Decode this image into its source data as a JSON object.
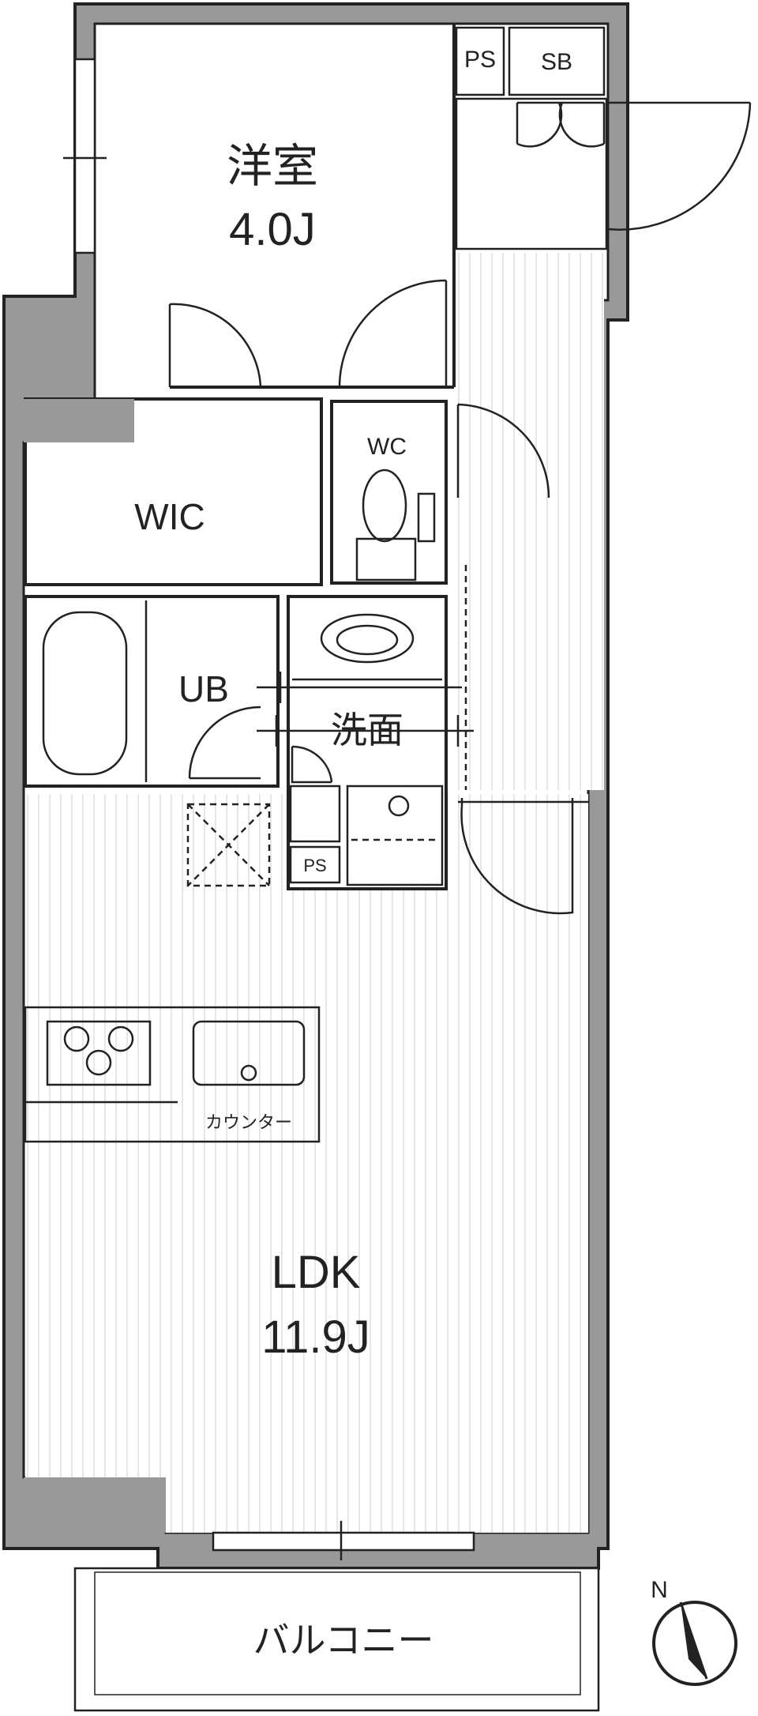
{
  "rooms": {
    "bedroom": {
      "name": "洋室",
      "size": "4.0J"
    },
    "wic": "WIC",
    "wc": "WC",
    "ub": "UB",
    "washroom": "洗面",
    "ldk": {
      "name": "LDK",
      "size": "11.9J"
    },
    "balcony": "バルコニー"
  },
  "fixtures": {
    "ps_top": "PS",
    "sb": "SB",
    "ps_bottom": "PS",
    "counter": "カウンター"
  },
  "compass": {
    "label": "N"
  },
  "colors": {
    "wall_fill": "#999999",
    "line": "#222222",
    "floor_stripe": "#e6e6e6"
  }
}
